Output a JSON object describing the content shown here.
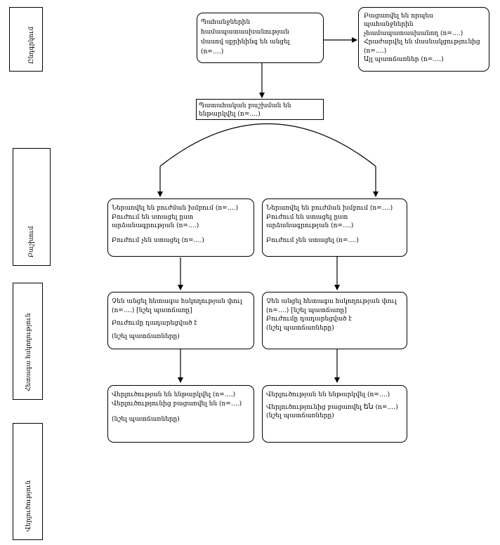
{
  "phases": {
    "enrollment": "Ընդգրկում",
    "allocation": "Բաշխում",
    "followup": "Հետագա հսկողություն",
    "analysis": "Վերլուծություն"
  },
  "assessed": {
    "l1": "Պահանջներին",
    "l2": "համապատասխանության",
    "l3": "մասով սքրինինգ են անցել",
    "l4": "(n=….)"
  },
  "excluded": {
    "l1": "Բացառվել են որպես",
    "l2": "պահանջներին",
    "l3": "չհամապատասխանող (n=….)",
    "l4": "Հրաժարվել են մասնակցությունից",
    "l5": "(n=….)",
    "l6": "Այլ պատճառներ (n=….)"
  },
  "randomized": {
    "l1": "Պատահական բաշխման են",
    "l2": "ենթարկվել (n=….)"
  },
  "alloc_left": {
    "l1": "Ներառվել են բուժման խմբում (n=….)",
    "l2": "Բուժում են ստացել ըստ",
    "l3": "արձանագրության (n=….)",
    "l4": "Բուժում չեն ստացել (n=….)"
  },
  "alloc_right": {
    "l1": "Ներառվել են բուժման խմբում (n=….)",
    "l2": "Բուժում են ստացել ըստ",
    "l3": "արձանագրության (n=….)",
    "l4": "Բուժում չեն ստացել (n=….)"
  },
  "follow_left": {
    "l1": "Չեն անցել հետագա հսկողության փուլ",
    "l2": "(n=….) [նշել պատճառը]",
    "l3": "Բուժումը դադարեցված է",
    "l4": "(նշել պատճառները)"
  },
  "follow_right": {
    "l1": "Չեն անցել հետագա հսկողության փուլ",
    "l2": "(n=….) [նշել պատճառը]",
    "l3": "Բուժումը դադարեցված է",
    "l4": "(նշել պատճառները)"
  },
  "analysis_left": {
    "l1": "Վերլուծության են ենթարկվել (n=….)",
    "l2": "Վերլուծությունից բացառվել են (n=….)",
    "l3": "(նշել պատճառները)"
  },
  "analysis_right": {
    "l1": "Վերլուծության են ենթարկվել (n=….)",
    "l2a": "Վերլուծությունից բացառվել ",
    "l2b": "են",
    "l2c": " (n=….)",
    "l3": "(նշել պատճառները)"
  }
}
